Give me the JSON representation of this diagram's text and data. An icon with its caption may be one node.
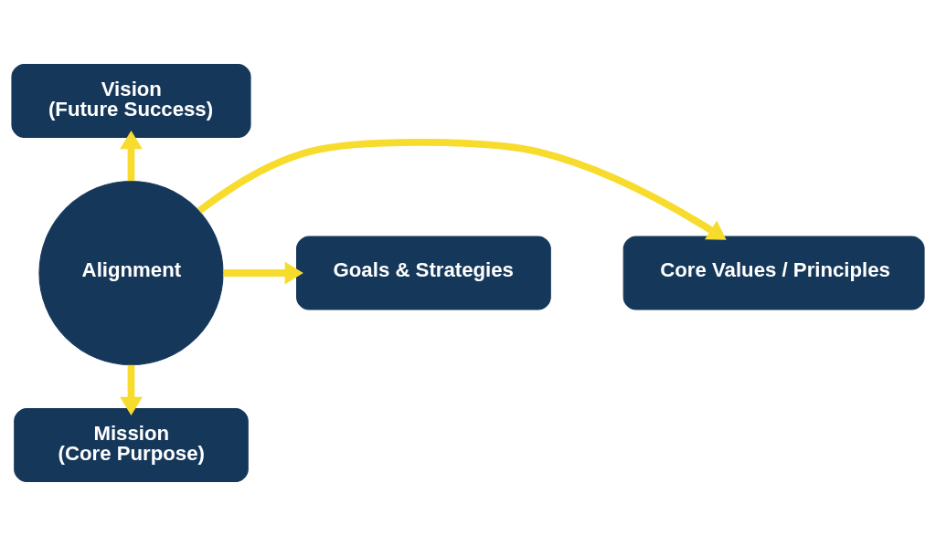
{
  "diagram": {
    "nodes": [
      {
        "text": [
          "Alignment"
        ]
      },
      {
        "text": [
          "Vision",
          "(Future Success)"
        ]
      },
      {
        "text": [
          "Core Values / Principles"
        ]
      },
      {
        "text": [
          "Goals & Strategies"
        ]
      },
      {
        "text": [
          "Mission",
          "(Core Purpose)"
        ]
      }
    ],
    "edges": [
      {
        "from": 0,
        "to": 1,
        "arrow": "to"
      },
      {
        "from": 0,
        "to": 2,
        "arrow": "to"
      },
      {
        "from": 0,
        "to": 3,
        "arrow": "to"
      },
      {
        "from": 0,
        "to": 4,
        "arrow": "to"
      }
    ]
  }
}
